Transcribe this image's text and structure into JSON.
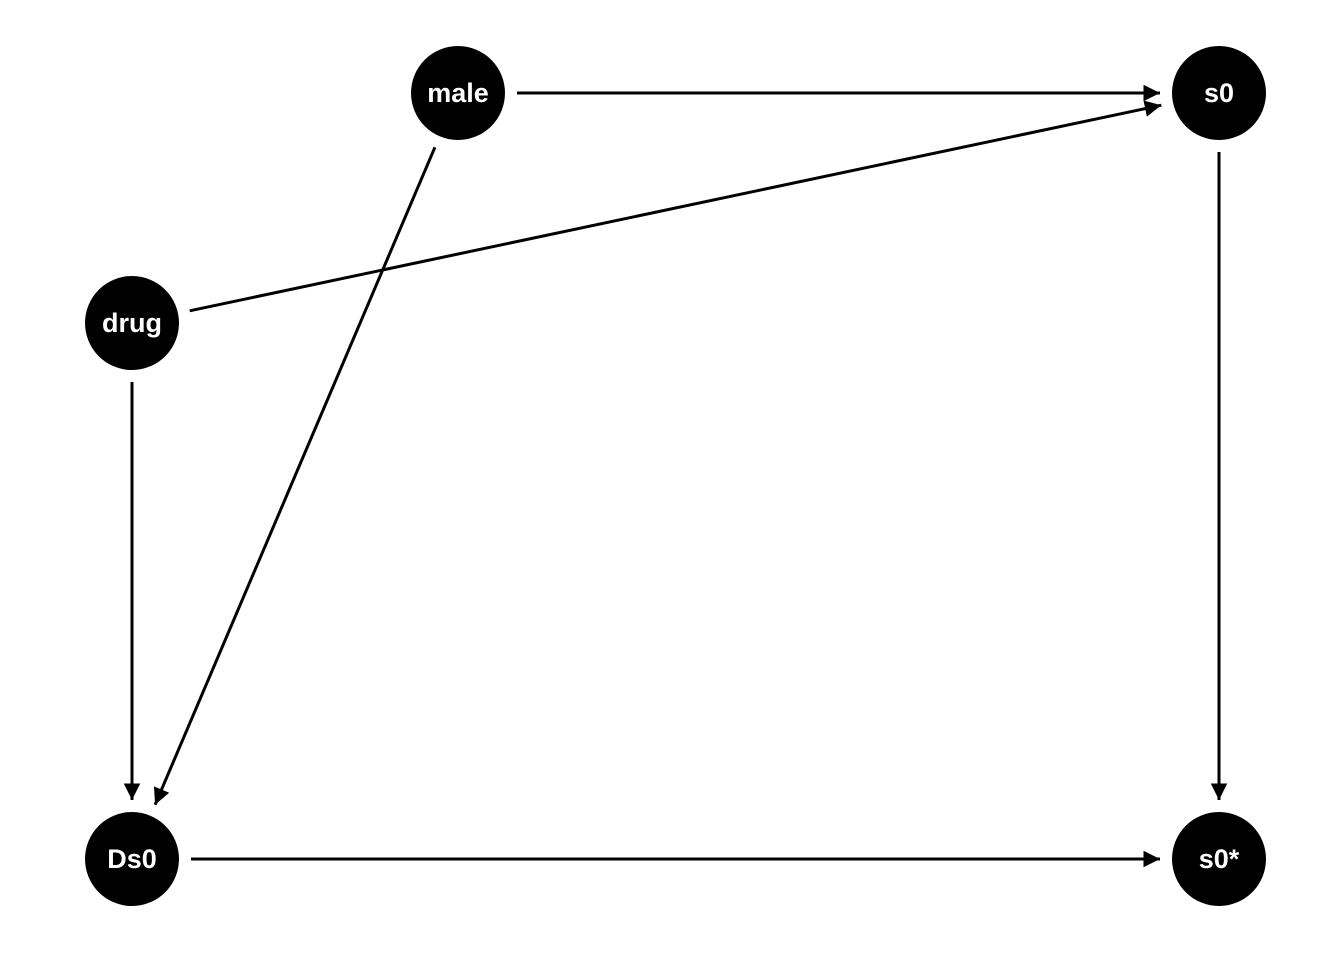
{
  "diagram": {
    "node_color": "#000000",
    "label_color": "#ffffff",
    "edge_color": "#000000",
    "nodes": [
      {
        "id": "male",
        "label": "male"
      },
      {
        "id": "s0",
        "label": "s0"
      },
      {
        "id": "drug",
        "label": "drug"
      },
      {
        "id": "Ds0",
        "label": "Ds0"
      },
      {
        "id": "s0star",
        "label": "s0*"
      }
    ],
    "edges": [
      {
        "from": "male",
        "to": "s0"
      },
      {
        "from": "drug",
        "to": "s0"
      },
      {
        "from": "male",
        "to": "Ds0"
      },
      {
        "from": "drug",
        "to": "Ds0"
      },
      {
        "from": "s0",
        "to": "s0star"
      },
      {
        "from": "Ds0",
        "to": "s0star"
      }
    ]
  }
}
